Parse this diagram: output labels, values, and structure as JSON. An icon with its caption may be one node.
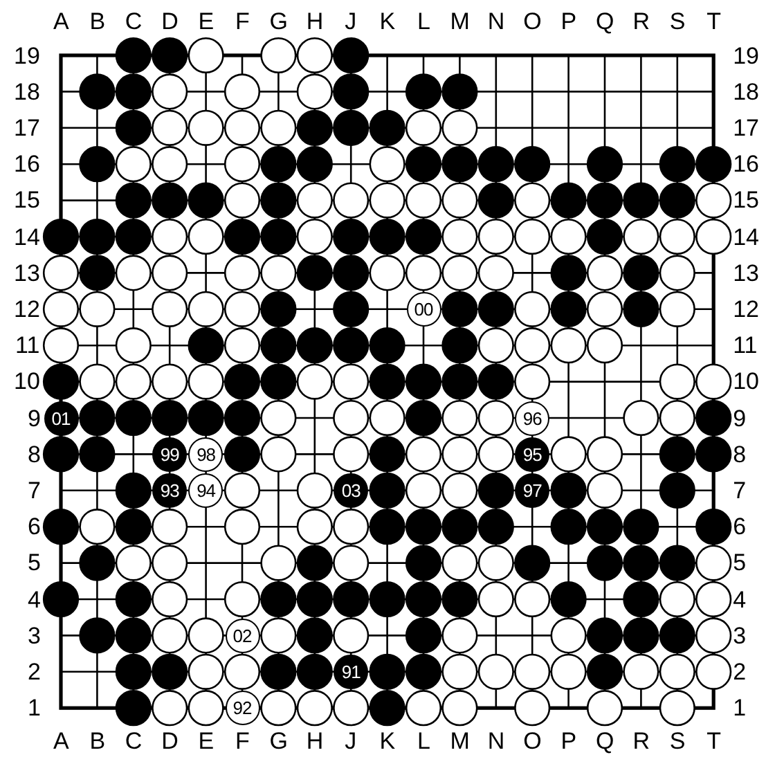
{
  "diagram": {
    "nodes": [
      {
        "text": [
          "00"
        ]
      },
      {
        "text": [
          "01"
        ]
      },
      {
        "text": [
          "96"
        ]
      },
      {
        "text": [
          "99"
        ]
      },
      {
        "text": [
          "98"
        ]
      },
      {
        "text": [
          "95"
        ]
      },
      {
        "text": [
          "93"
        ]
      },
      {
        "text": [
          "94"
        ]
      },
      {
        "text": [
          "03"
        ]
      },
      {
        "text": [
          "97"
        ]
      },
      {
        "text": [
          "02"
        ]
      },
      {
        "text": [
          "91"
        ]
      },
      {
        "text": [
          "92"
        ]
      }
    ],
    "labels": [
      "A",
      "B",
      "C",
      "D",
      "E",
      "F",
      "G",
      "H",
      "J",
      "K",
      "L",
      "M",
      "N",
      "O",
      "P",
      "Q",
      "R",
      "S",
      "T",
      "19",
      "19",
      "18",
      "18",
      "17",
      "17",
      "16",
      "16",
      "15",
      "15",
      "14",
      "14",
      "13",
      "13",
      "12",
      "12",
      "11",
      "11",
      "10",
      "10",
      "9",
      "9",
      "8",
      "8",
      "7",
      "7",
      "6",
      "6",
      "5",
      "5",
      "4",
      "4",
      "3",
      "3",
      "2",
      "2",
      "1",
      "1",
      "A",
      "B",
      "C",
      "D",
      "E",
      "F",
      "G",
      "H",
      "J",
      "K",
      "L",
      "M",
      "N",
      "O",
      "P",
      "Q",
      "R",
      "S",
      "T"
    ]
  }
}
